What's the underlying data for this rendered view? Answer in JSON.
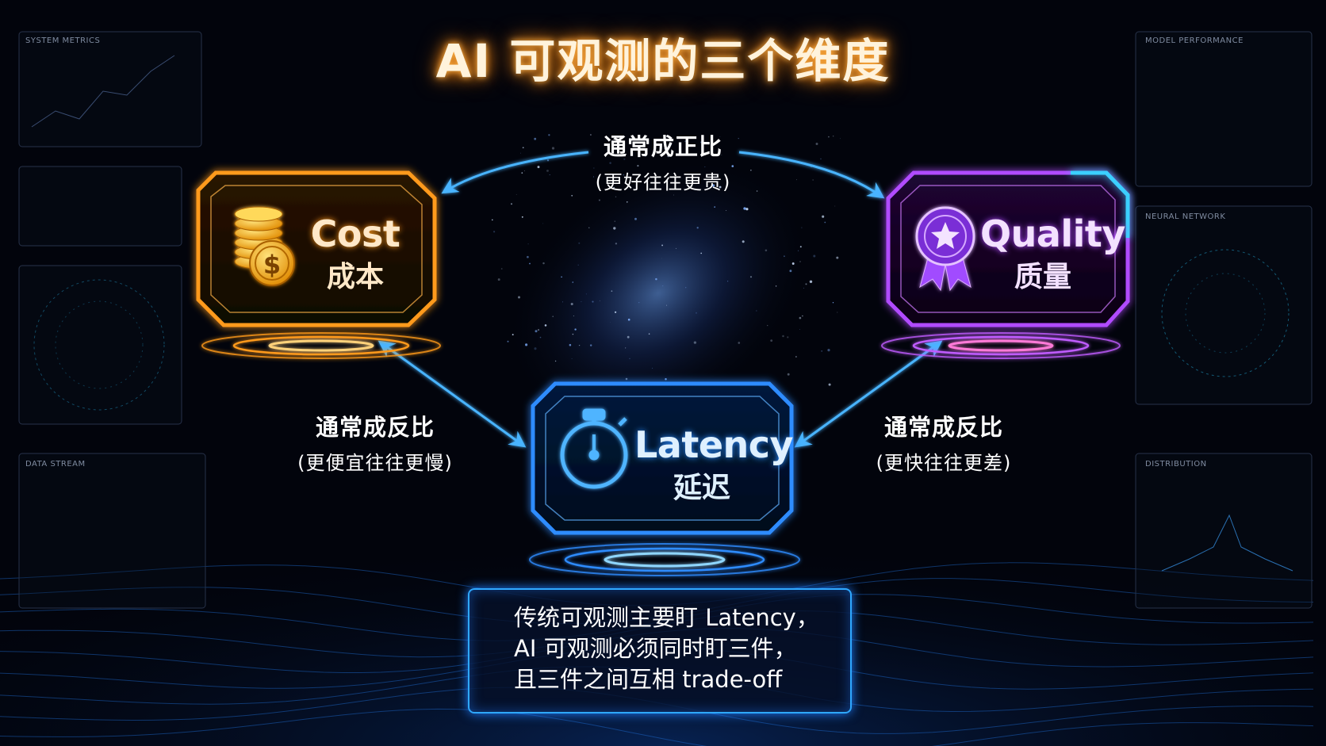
{
  "title": "AI 可观测的三个维度",
  "colors": {
    "cost": "#ff9a1a",
    "quality": "#b14cff",
    "latency": "#2d8cff",
    "connector": "#3aa0ff"
  },
  "nodes": {
    "cost": {
      "en": "Cost",
      "zh": "成本",
      "icon": "coin-stack-dollar-icon"
    },
    "quality": {
      "en": "Quality",
      "zh": "质量",
      "icon": "award-ribbon-star-icon"
    },
    "latency": {
      "en": "Latency",
      "zh": "延迟",
      "icon": "stopwatch-icon"
    }
  },
  "relations": {
    "cost_quality": {
      "main": "通常成正比",
      "note": "(更好往往更贵)"
    },
    "cost_latency": {
      "main": "通常成反比",
      "note": "(更便宜往往更慢)"
    },
    "quality_latency": {
      "main": "通常成反比",
      "note": "(更快往往更差)"
    }
  },
  "summary": {
    "line1": "传统可观测主要盯 Latency，",
    "line2": "AI 可观测必须同时盯三件，",
    "line3": "且三件之间互相 trade-off"
  },
  "background_panels": {
    "system_metrics": "SYSTEM METRICS",
    "model_performance": "MODEL PERFORMANCE",
    "neural_network": "NEURAL NETWORK",
    "data_stream": "DATA STREAM",
    "distribution": "DISTRIBUTION"
  }
}
